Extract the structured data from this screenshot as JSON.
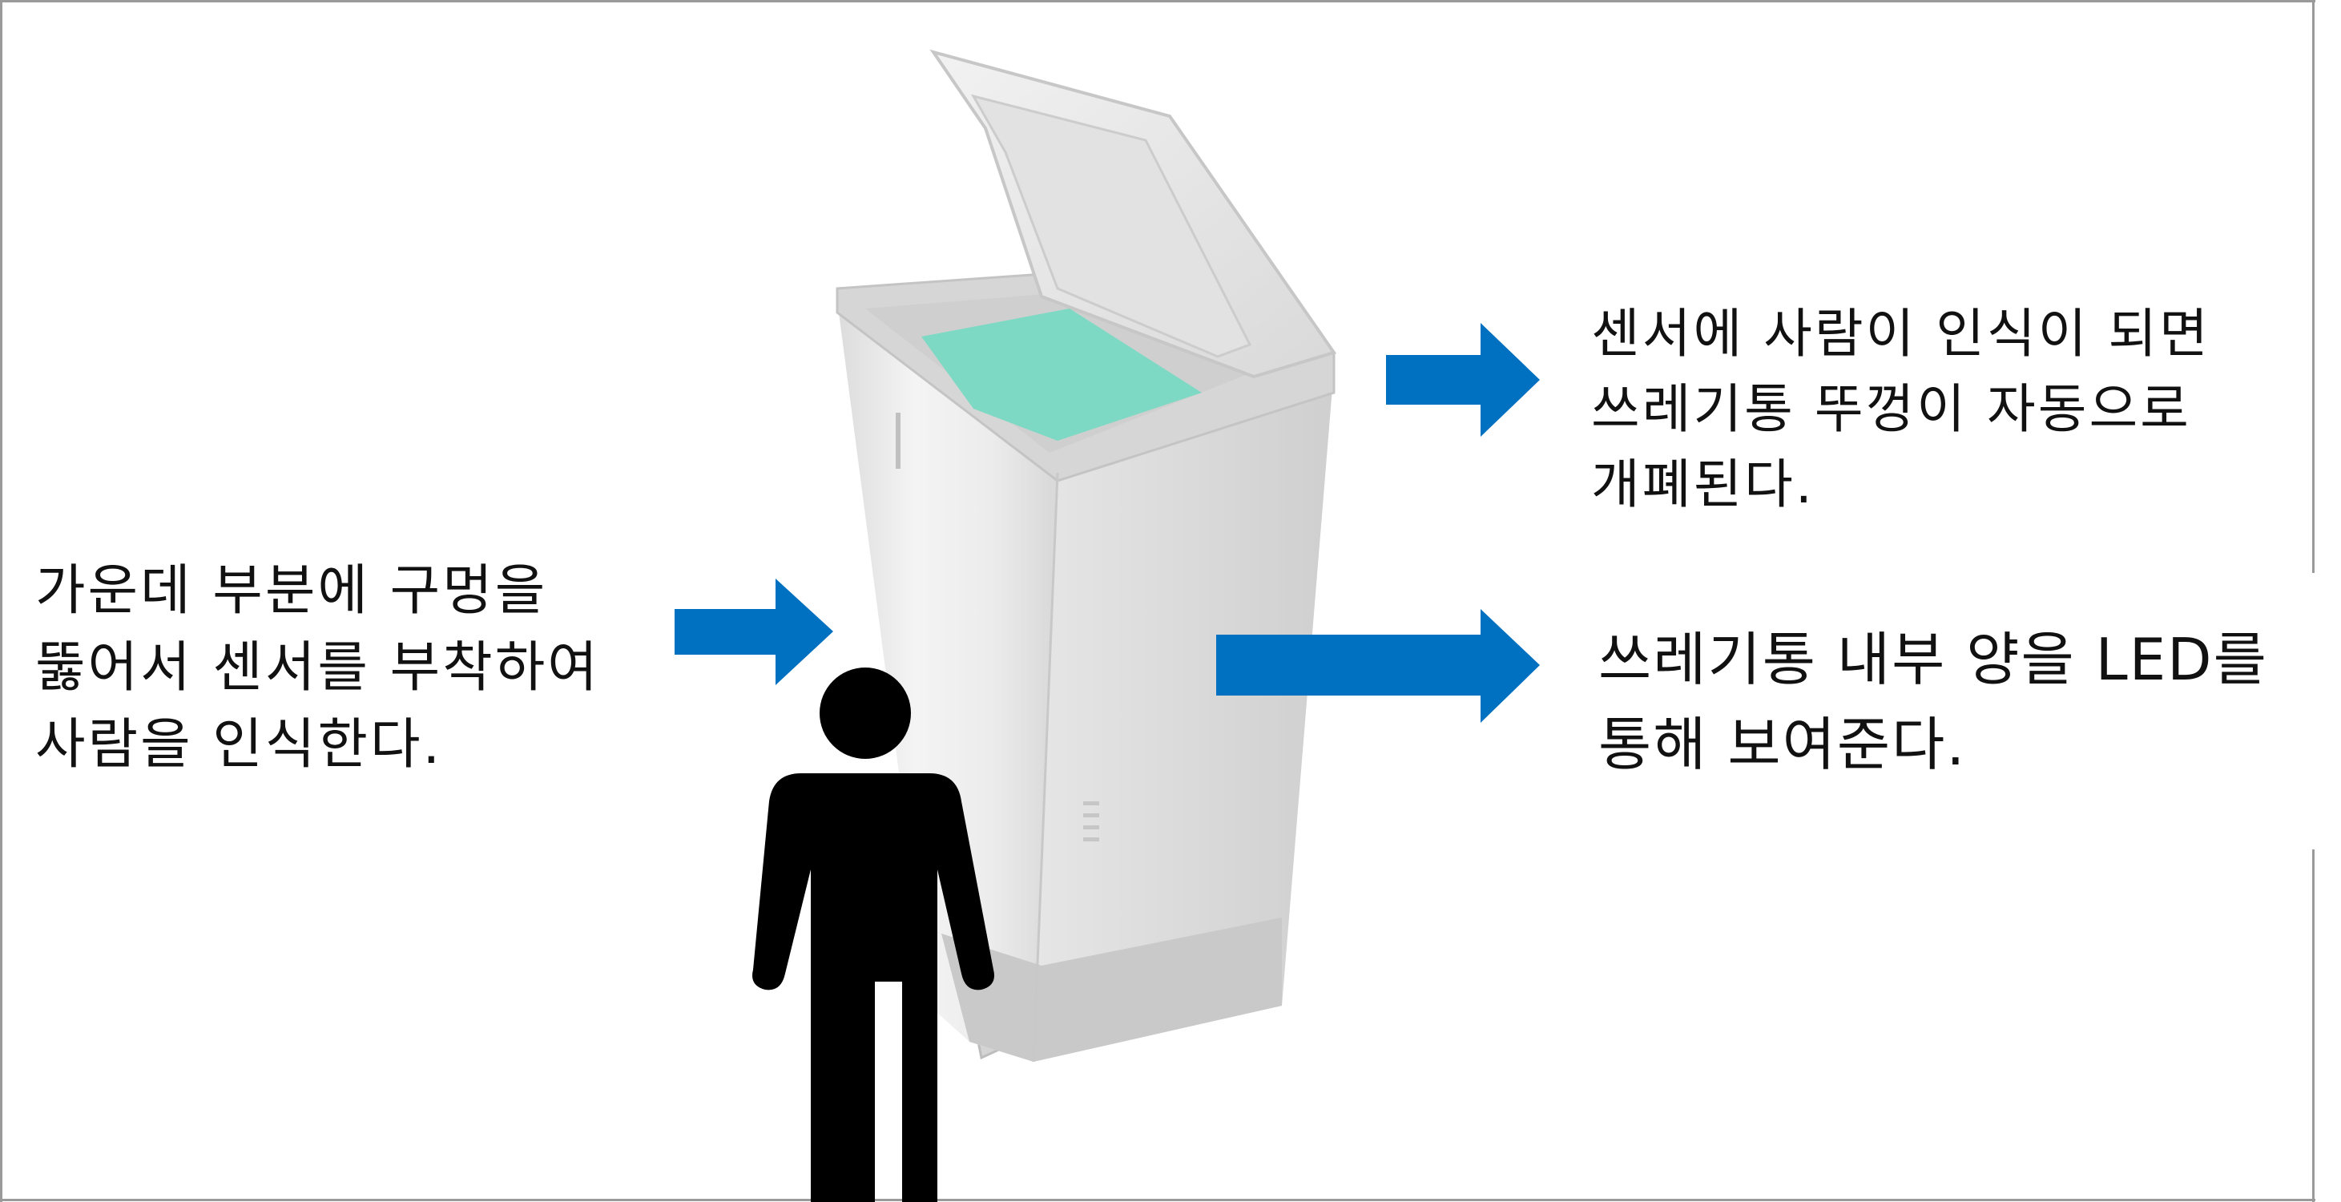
{
  "captions": {
    "left": "가운데 부분에 구멍을\n뚫어서 센서를 부착하여\n사람을 인식한다.",
    "top_right": "센서에 사람이 인식이 되면\n쓰레기통 뚜껑이 자동으로\n개폐된다.",
    "right": "쓰레기통 내부 양을 LED를\n통해 보여준다."
  },
  "icons": {
    "arrow": "right-arrow-icon",
    "person": "person-icon",
    "trash_can": "smart-trash-can-illustration"
  },
  "colors": {
    "arrow": "#0070c0",
    "person": "#000000",
    "bin_body": "#eeeeee",
    "bin_liner": "#7ed9c4",
    "frame": "#9a9a9a"
  }
}
